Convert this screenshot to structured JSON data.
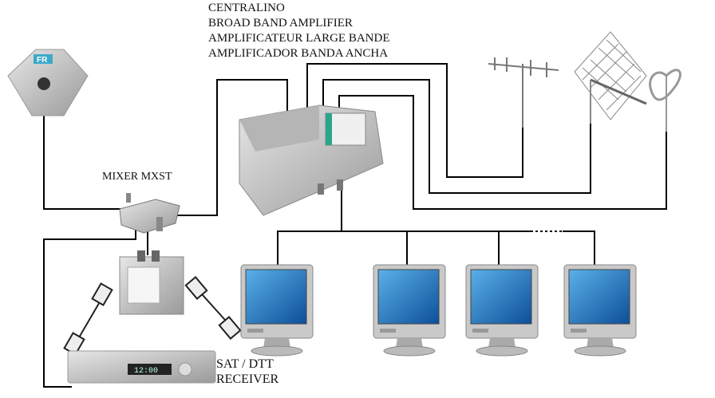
{
  "amplifier_label": {
    "lines": [
      "CENTRALINO",
      "BROAD BAND AMPLIFIER",
      "AMPLIFICATEUR LARGE BANDE",
      "AMPLIFICADOR BANDA ANCHA"
    ]
  },
  "mixer_label": "MIXER MXST",
  "receiver_label": {
    "line1": "SAT / DTT",
    "line2": "RECEIVER"
  },
  "dish_logo": "FR",
  "receiver_display": "12:00",
  "colors": {
    "line": "#000000",
    "screen": "#1f6fb5",
    "device": "#cfcfcf"
  }
}
